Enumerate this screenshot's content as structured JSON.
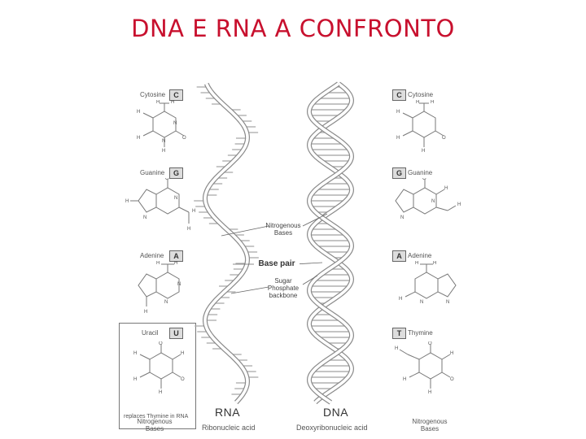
{
  "title": "DNA E RNA A CONFRONTO",
  "left_bases": [
    {
      "name": "Cytosine",
      "letter": "C"
    },
    {
      "name": "Guanine",
      "letter": "G"
    },
    {
      "name": "Adenine",
      "letter": "A"
    },
    {
      "name": "Uracil",
      "letter": "U"
    }
  ],
  "right_bases": [
    {
      "name": "Cytosine",
      "letter": "C"
    },
    {
      "name": "Guanine",
      "letter": "G"
    },
    {
      "name": "Adenine",
      "letter": "A"
    },
    {
      "name": "Thymine",
      "letter": "T"
    }
  ],
  "uracil_note": "replaces Thymine in RNA",
  "rna": {
    "label": "RNA",
    "sublabel": "Ribonucleic acid"
  },
  "dna": {
    "label": "DNA",
    "sublabel": "Deoxyribonucleic acid"
  },
  "callouts": {
    "nitrogenous": "Nitrogenous\nBases",
    "base_pair": "Base pair",
    "backbone": "Sugar\nPhosphate\nbackbone"
  },
  "bottom_left": "Nitrogenous\nBases",
  "bottom_right": "Nitrogenous\nBases",
  "colors": {
    "title": "#c8102e",
    "strand": "#8a8a8a",
    "rung": "#b0b0b0"
  }
}
